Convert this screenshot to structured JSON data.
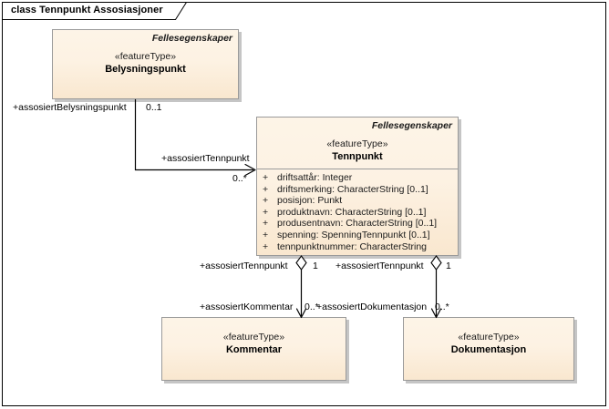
{
  "diagram": {
    "kind_label": "class",
    "title": "class Tennpunkt Assosiasjoner",
    "name": "Tennpunkt Assosiasjoner"
  },
  "classes": {
    "belysningspunkt": {
      "package": "Fellesegenskaper",
      "stereotype": "«featureType»",
      "name": "Belysningspunkt"
    },
    "tennpunkt": {
      "package": "Fellesegenskaper",
      "stereotype": "«featureType»",
      "name": "Tennpunkt",
      "attributes": [
        {
          "visibility": "+",
          "text": "driftsattår: Integer"
        },
        {
          "visibility": "+",
          "text": "driftsmerking: CharacterString [0..1]"
        },
        {
          "visibility": "+",
          "text": "posisjon: Punkt"
        },
        {
          "visibility": "+",
          "text": "produktnavn: CharacterString [0..1]"
        },
        {
          "visibility": "+",
          "text": "produsentnavn: CharacterString [0..1]"
        },
        {
          "visibility": "+",
          "text": "spenning: SpenningTennpunkt [0..1]"
        },
        {
          "visibility": "+",
          "text": "tennpunktnummer: CharacterString"
        }
      ]
    },
    "kommentar": {
      "stereotype": "«featureType»",
      "name": "Kommentar"
    },
    "dokumentasjon": {
      "stereotype": "«featureType»",
      "name": "Dokumentasjon"
    }
  },
  "associations": [
    {
      "id": "belysningspunkt-tennpunkt",
      "source_role": "+assosiertBelysningspunkt",
      "source_mult": "0..1",
      "target_role": "+assosiertTennpunkt",
      "target_mult": "0..*"
    },
    {
      "id": "tennpunkt-kommentar",
      "source_role": "+assosiertTennpunkt",
      "source_mult": "1",
      "target_role": "+assosiertKommentar",
      "target_mult": "0..*"
    },
    {
      "id": "tennpunkt-dokumentasjon",
      "source_role": "+assosiertTennpunkt",
      "source_mult": "1",
      "target_role": "+assosiertDokumentasjon",
      "target_mult": "0..*"
    }
  ],
  "colors": {
    "class_fill_top": "#fdf4e7",
    "class_fill_bottom": "#f9e7cf",
    "class_border": "#9a9a9a",
    "connector": "#000000",
    "frame": "#000000"
  }
}
